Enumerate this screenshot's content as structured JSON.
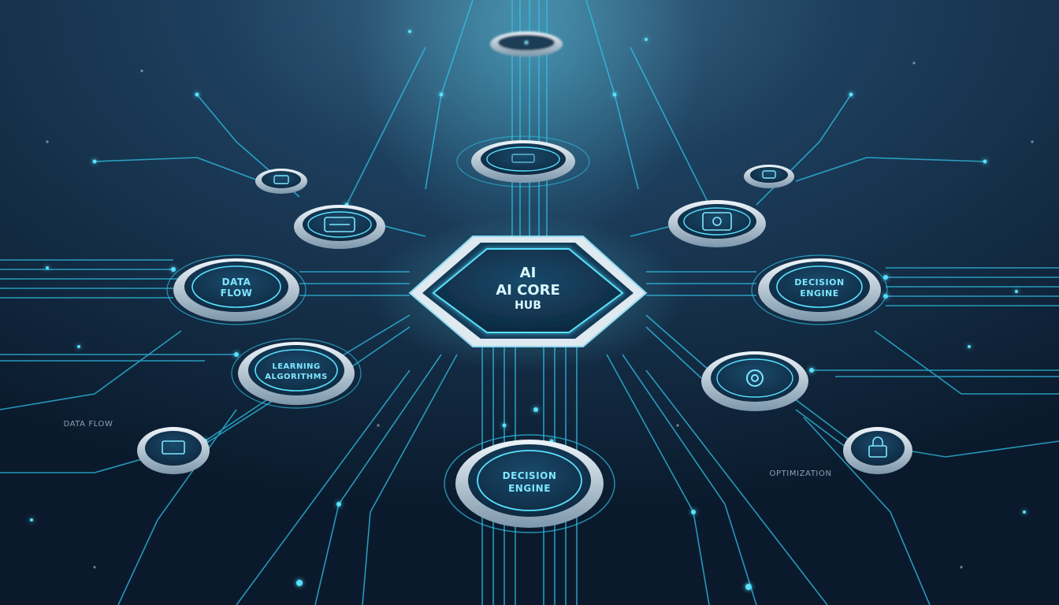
{
  "hub": {
    "line1": "AI",
    "line2": "AI CORE",
    "line3": "HUB"
  },
  "nodes": {
    "data_flow": {
      "line1": "DATA",
      "line2": "FLOW"
    },
    "learning": {
      "line1": "LEARNING",
      "line2": "ALGORITHMS"
    },
    "decision_right": {
      "line1": "DECISION",
      "line2": "ENGINE"
    },
    "decision_bottom": {
      "line1": "DECISION",
      "line2": "ENGINE"
    },
    "top_small": {
      "icon": "circle-icon"
    },
    "upper_mid": {
      "icon": "chip-icon"
    },
    "upper_left_small": {
      "icon": "chip-icon"
    },
    "mid_left_upper": {
      "icon": "database-icon"
    },
    "mid_right_upper": {
      "icon": "gear-icon"
    },
    "upper_right_small": {
      "icon": "chip-icon"
    },
    "right_lower": {
      "icon": "gear-icon"
    },
    "left_bottom_small": {
      "icon": "network-icon"
    },
    "right_bottom_small": {
      "icon": "lock-icon"
    }
  },
  "labels": {
    "data_flow_left": "DATA FLOW",
    "optimization": "OPTIMIZATION"
  },
  "colors": {
    "background": "#0b1d30",
    "circuit": "#2fc3e8",
    "glow": "#58e1ff",
    "ring": "#c9d6df",
    "node_fill": "#113049"
  }
}
